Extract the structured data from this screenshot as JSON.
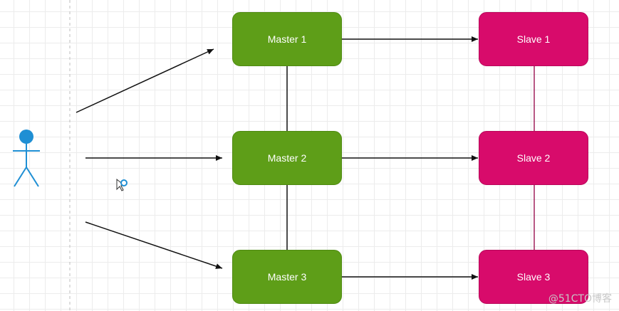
{
  "nodes": {
    "master1": "Master 1",
    "master2": "Master 2",
    "master3": "Master 3",
    "slave1": "Slave 1",
    "slave2": "Slave 2",
    "slave3": "Slave 3"
  },
  "watermark": "@51CTO博客",
  "colors": {
    "master_fill": "#5e9e18",
    "slave_fill": "#d80b6b",
    "actor": "#1f8fd4",
    "edge": "#111111",
    "slave_link": "#a0205a"
  },
  "icons": {
    "actor": "stick-figure-user-icon",
    "cursor": "pointer-cursor-icon"
  }
}
